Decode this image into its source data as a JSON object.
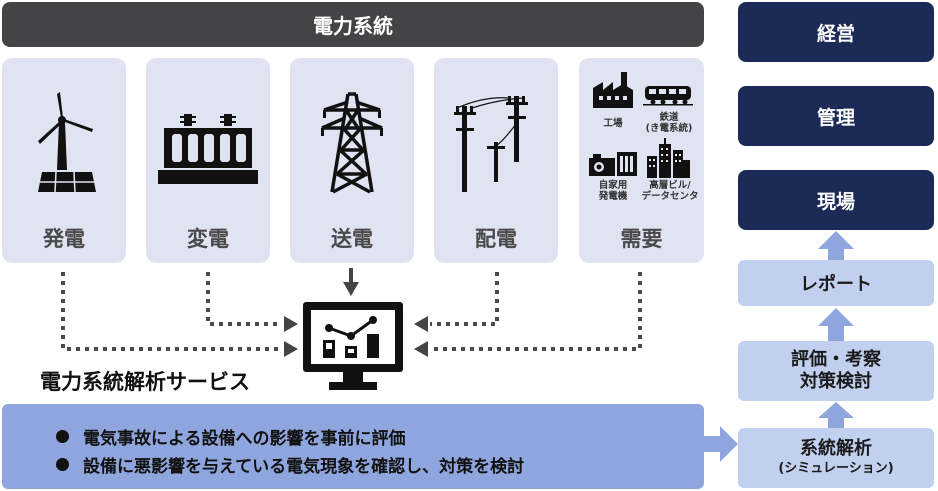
{
  "header": {
    "title": "電力系統"
  },
  "cards": [
    {
      "label": "発電",
      "icon": "wind-turbine-solar-icon"
    },
    {
      "label": "変電",
      "icon": "substation-icon"
    },
    {
      "label": "送電",
      "icon": "transmission-tower-icon"
    },
    {
      "label": "配電",
      "icon": "utility-pole-icon"
    },
    {
      "label": "需要",
      "icon": "demand-icons"
    }
  ],
  "demand": {
    "factory": "工場",
    "railway_line1": "鉄道",
    "railway_line2": "(き電系統)",
    "generator_line1": "自家用",
    "generator_line2": "発電機",
    "building_line1": "高層ビル/",
    "building_line2": "データセンタ"
  },
  "service": {
    "title": "電力系統解析サービス"
  },
  "bullets": [
    "電気事故による設備への影響を事前に評価",
    "設備に悪影響を与えている電気現象を確認し、対策を検討"
  ],
  "right": {
    "management": "経営",
    "admin": "管理",
    "field": "現場",
    "report": "レポート",
    "evaluation_line1": "評価・考察",
    "evaluation_line2": "対策検討",
    "analysis_line1": "系統解析",
    "analysis_line2": "(シミュレーション)"
  },
  "colors": {
    "header": "#444446",
    "card": "#e0e4f2",
    "bottom_bar": "#8fa5dd",
    "dark_box": "#1c2a57",
    "light_box": "#c2d0f0",
    "arrow": "#8fa5dd"
  }
}
